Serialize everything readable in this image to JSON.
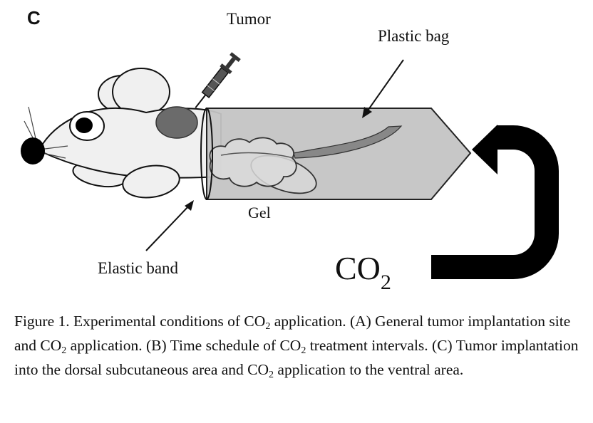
{
  "figure": {
    "panel_letter": "C",
    "labels": {
      "tumor": "Tumor",
      "plastic_bag": "Plastic bag",
      "gel": "Gel",
      "elastic_band": "Elastic band",
      "gas_main": "CO",
      "gas_sub": "2"
    },
    "caption": {
      "p1": "Figure 1. Experimental conditions of CO",
      "s1": "2",
      "p2": " application. (A) General tumor implantation site and CO",
      "s2": "2",
      "p3": " application. (B) Time schedule of CO",
      "s3": "2",
      "p4": " treatment intervals. (C) Tumor implantation into the dorsal subcutaneous area and CO",
      "s4": "2",
      "p5": " application to the ventral area."
    }
  },
  "colors": {
    "bag_fill": "#c4c4c4",
    "tumor_fill": "#6b6b6b",
    "arrow_fill": "#000000",
    "mouse_fill": "#f0f0f0",
    "outline": "#111111"
  }
}
